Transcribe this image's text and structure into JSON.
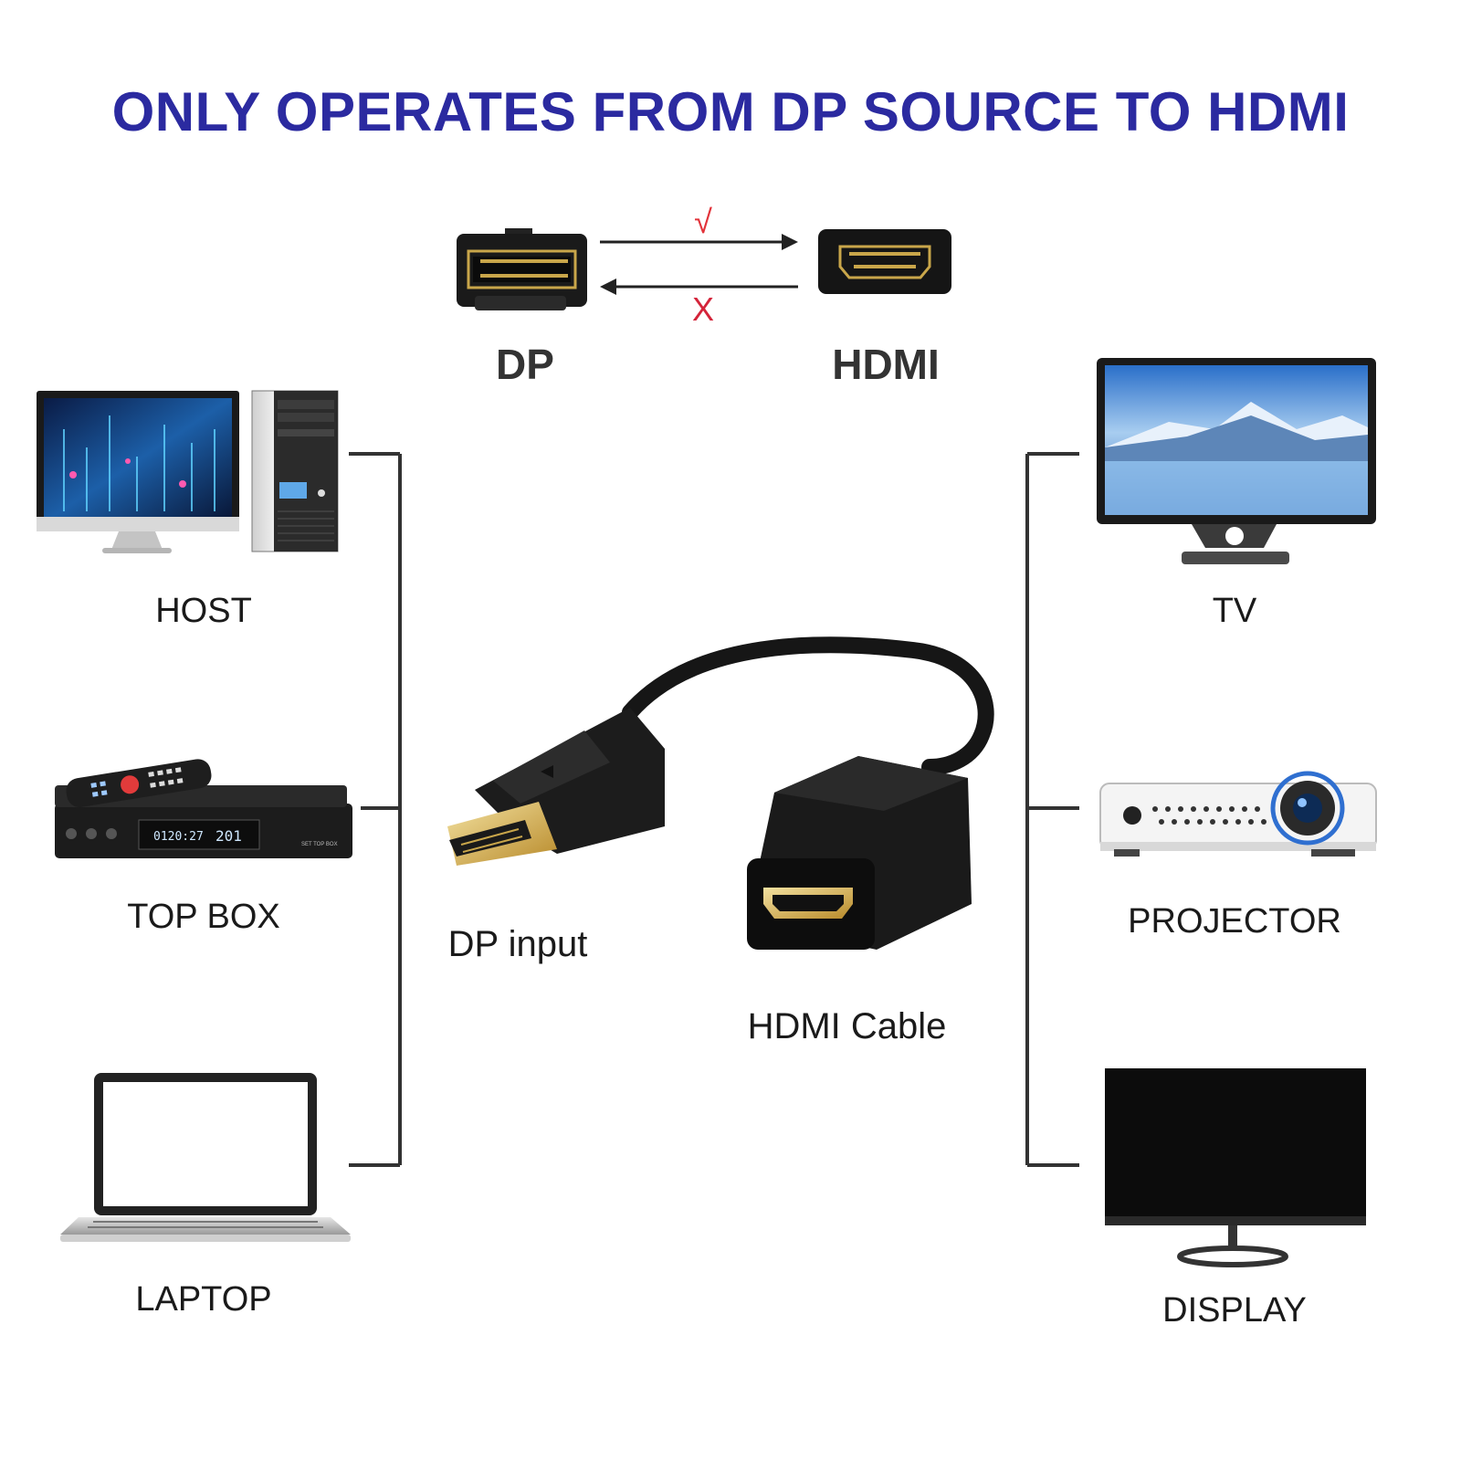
{
  "title": "ONLY OPERATES FROM DP SOURCE TO HDMI",
  "direction": {
    "from_label": "DP",
    "to_label": "HDMI",
    "forward_mark": "√",
    "reverse_mark": "X"
  },
  "sources": [
    {
      "name": "HOST",
      "icon": "desktop-pc-icon"
    },
    {
      "name": "TOP BOX",
      "icon": "set-top-box-icon"
    },
    {
      "name": "LAPTOP",
      "icon": "laptop-icon"
    }
  ],
  "outputs": [
    {
      "name": "TV",
      "icon": "tv-icon"
    },
    {
      "name": "PROJECTOR",
      "icon": "projector-icon"
    },
    {
      "name": "DISPLAY",
      "icon": "monitor-icon"
    }
  ],
  "adapter": {
    "dp_label": "DP input",
    "hdmi_label": "HDMI Cable"
  },
  "stb_display": {
    "time": "0120:27",
    "channel": "201",
    "brand": "SET TOP BOX"
  },
  "colors": {
    "title": "#2b2aa0",
    "check": "#e2333a",
    "cross": "#d4243a",
    "lines": "#333333",
    "gold": "#c9a64a"
  }
}
